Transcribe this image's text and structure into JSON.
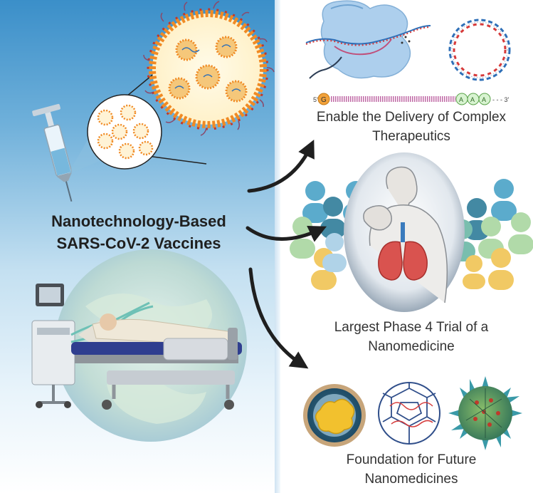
{
  "main_title": {
    "line1": "Nanotechnology-Based",
    "line2": "SARS-CoV-2 Vaccines"
  },
  "benefits": [
    {
      "line1": "Enable the Delivery of Complex",
      "line2": "Therapeutics"
    },
    {
      "line1": "Largest Phase 4 Trial of a",
      "line2": "Nanomedicine"
    },
    {
      "line1": "Foundation for Future",
      "line2": "Nanomedicines"
    }
  ],
  "mrna_strip": {
    "five_prime": "5'",
    "cap": "G",
    "poly_a": [
      "A",
      "A",
      "A"
    ],
    "three_prime": "- - - 3'"
  },
  "colors": {
    "panel_blue": "#3b8fc9",
    "arrow": "#1f1f1f",
    "lipid_orange": "#f08a24",
    "lipid_red": "#c0392b",
    "rna_blue": "#2e6fb7",
    "rna_red": "#d63a3a",
    "lung_red": "#d9534f",
    "crowd_teal": "#4aa3c7"
  },
  "icons": [
    "syringe-icon",
    "lipid-nanoparticle-icon",
    "ribosome-icon",
    "plasmid-icon",
    "patient-coughing-icon",
    "crowd-icon",
    "hospital-bed-icon",
    "ventilator-icon",
    "globe-icon",
    "liposome-icon",
    "cage-nanoparticle-icon",
    "spiky-nanoparticle-icon"
  ]
}
